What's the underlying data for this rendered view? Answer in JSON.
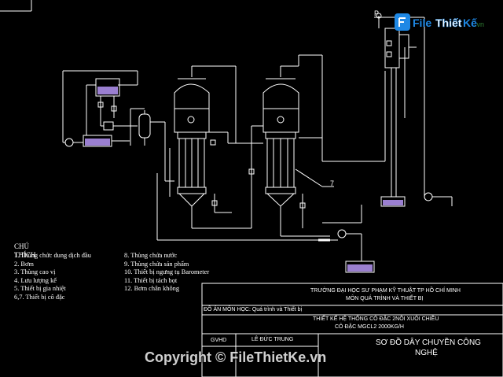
{
  "legend": {
    "title": "CHÚ THÍCH",
    "items_left": [
      "1. Thùng chức dung dịch đầu",
      "2. Bơm",
      "3. Thùng cao vị",
      "4. Lưu lượng kế",
      "5. Thiết bị gia nhiệt",
      "6,7. Thiết bị cô đặc"
    ],
    "items_right": [
      "8. Thùng chứa nước",
      "9. Thùng chứa sản phẩm",
      "10. Thiết bị ngưng tụ Barometer",
      "11. Thiết bị tách bọt",
      "12. Bơm chân không"
    ]
  },
  "callouts": {
    "p_label": "P",
    "seven_label": "7"
  },
  "title_block": {
    "school": "TRƯỜNG ĐẠI HỌC SƯ PHẠM KỸ THUẬT TP HỒ CHÍ MINH",
    "department": "MÔN QUÁ TRÌNH VÀ THIẾT BỊ",
    "project": "ĐỒ ÁN MÔN HỌC: Quá trình và Thiết bị",
    "design_line1": "THIẾT KẾ HỆ THỐNG CÔ ĐẶC 2NỒI XUÔI CHIỀU",
    "design_line2": "CÔ ĐẶC MGCL2 2000KG/H",
    "gvhd_label": "GVHD",
    "gvhd_name": "LÊ ĐỨC TRUNG",
    "drawing_title_line1": "SƠ ĐỒ DÂY CHUYỀN CÔNG",
    "drawing_title_line2": "NGHỆ"
  },
  "watermark": {
    "logo_file": "File",
    "logo_thiet": "Thiết",
    "logo_ke": "Kế",
    "logo_vn": ".vn",
    "copyright": "Copyright © FileThietKe.vn"
  },
  "colors": {
    "background": "#000000",
    "line": "#ffffff",
    "liquid": "#9a7fd0",
    "logo_blue": "#1e88e5",
    "logo_green": "#2e7d32"
  }
}
